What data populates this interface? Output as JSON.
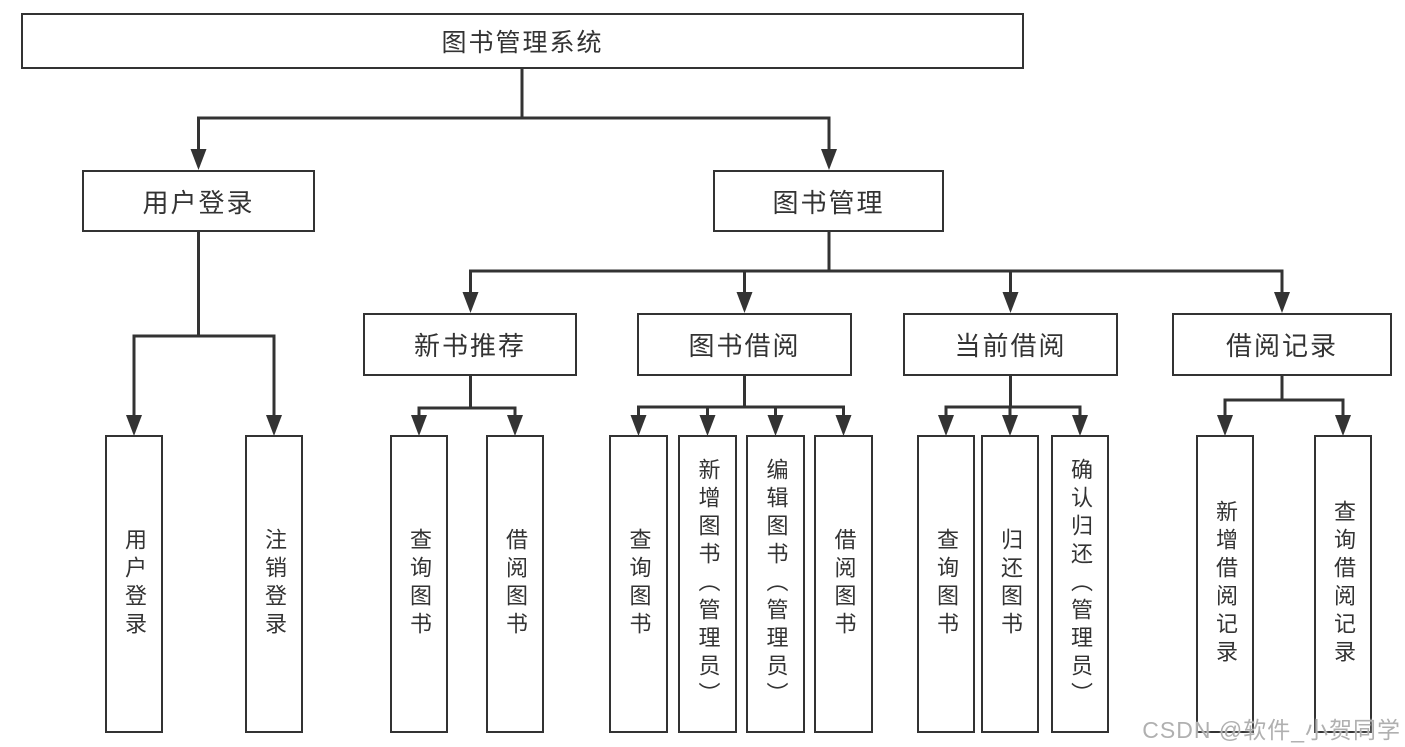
{
  "colors": {
    "line": "#333333",
    "text": "#333333",
    "watermark": "#b0b0b0",
    "background": "#ffffff"
  },
  "watermark": {
    "text": "CSDN @软件_小贺同学"
  },
  "tree": {
    "root": {
      "label": "图书管理系统"
    },
    "branches": [
      {
        "label": "用户登录",
        "children": [
          {
            "label": "用户登录"
          },
          {
            "label": "注销登录"
          }
        ]
      },
      {
        "label": "图书管理",
        "children": [
          {
            "label": "新书推荐",
            "children": [
              {
                "label": "查询图书"
              },
              {
                "label": "借阅图书"
              }
            ]
          },
          {
            "label": "图书借阅",
            "children": [
              {
                "label": "查询图书"
              },
              {
                "label": "新增图书（管理员）"
              },
              {
                "label": "编辑图书（管理员）"
              },
              {
                "label": "借阅图书"
              }
            ]
          },
          {
            "label": "当前借阅",
            "children": [
              {
                "label": "查询图书"
              },
              {
                "label": "归还图书"
              },
              {
                "label": "确认归还（管理员）"
              }
            ]
          },
          {
            "label": "借阅记录",
            "children": [
              {
                "label": "新增借阅记录"
              },
              {
                "label": "查询借阅记录"
              }
            ]
          }
        ]
      }
    ]
  }
}
